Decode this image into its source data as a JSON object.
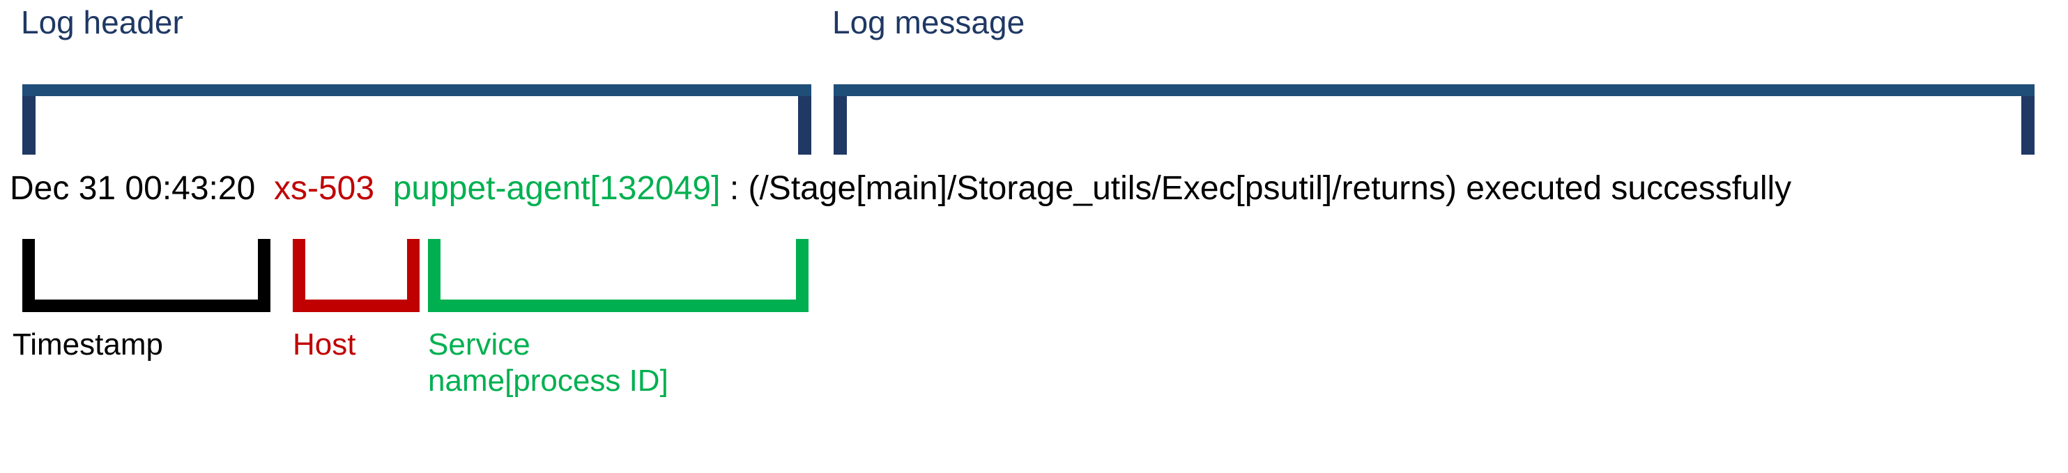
{
  "diagram": {
    "title_annotations": {
      "log_header": "Log header",
      "log_message": "Log message"
    },
    "log_line": {
      "full_text": "Dec 31 00:43:20 xs-503 puppet-agent[132049]: (/Stage[main]/Storage_utils/Exec[psutil]/returns) executed successfully",
      "segments": [
        {
          "text": "Dec 31 00:43:20 ",
          "color": "#000000",
          "role": "timestamp"
        },
        {
          "text": "xs-503 ",
          "color": "#C00000",
          "role": "host"
        },
        {
          "text": "puppet-agent[132049]",
          "color": "#00B050",
          "role": "service-name-process-id"
        },
        {
          "text": ": (/Stage[main]/Storage_utils/Exec[psutil]/returns) executed successfully",
          "color": "#000000",
          "role": "message"
        }
      ]
    },
    "field_captions": {
      "timestamp": "Timestamp",
      "host": "Host",
      "service_line1": "Service",
      "service_line2": "name[process ID]"
    },
    "colors": {
      "header_navy": "#1F3864",
      "bracket_navy_bar": "#1F4E79",
      "bracket_navy_leg": "#203864",
      "black": "#000000",
      "red": "#C00000",
      "green": "#00B050",
      "background": "#FFFFFF"
    }
  }
}
